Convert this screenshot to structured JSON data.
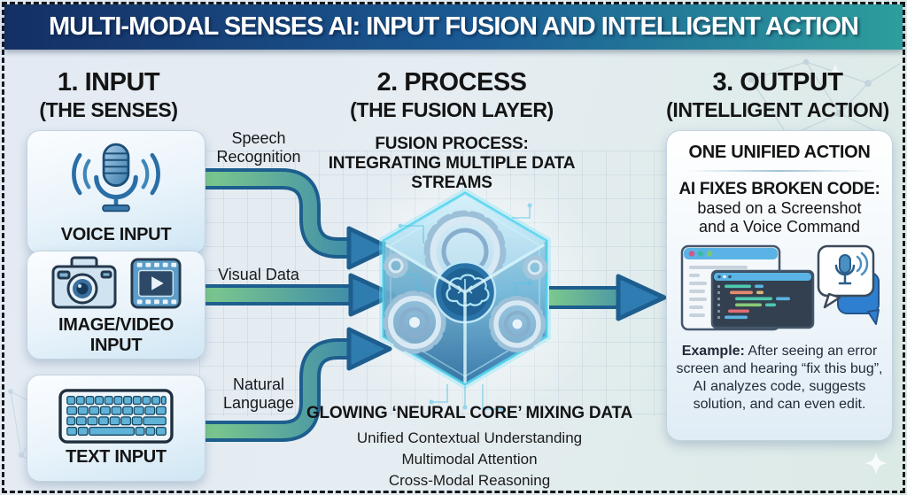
{
  "banner": {
    "title": "MULTI-MODAL SENSES AI: INPUT FUSION AND INTELLIGENT ACTION"
  },
  "columns": {
    "input": {
      "heading": "1. INPUT",
      "subheading": "(THE SENSES)",
      "cards": [
        {
          "label": "VOICE INPUT",
          "icon": "microphone-icon"
        },
        {
          "label": "IMAGE/VIDEO INPUT",
          "icon": "camera-and-film-icon"
        },
        {
          "label": "TEXT INPUT",
          "icon": "keyboard-icon"
        }
      ],
      "arrow_labels": [
        "Speech Recognition",
        "Visual Data",
        "Natural Language"
      ]
    },
    "process": {
      "heading": "2. PROCESS",
      "subheading": "(THE FUSION LAYER)",
      "top_caption": "FUSION PROCESS: INTEGRATING MULTIPLE DATA STREAMS",
      "core_icon": "neural-core-hexagon-icon",
      "bottom_caption": "GLOWING ‘NEURAL CORE’ MIXING DATA",
      "bullets": [
        "Unified Contextual Understanding",
        "Multimodal Attention",
        "Cross-Modal Reasoning"
      ]
    },
    "output": {
      "heading": "3. OUTPUT",
      "subheading": "(INTELLIGENT ACTION)",
      "card": {
        "title": "ONE UNIFIED ACTION",
        "action_title": "AI FIXES BROKEN CODE:",
        "action_lines": [
          "based on a Screenshot",
          "and a Voice Command"
        ],
        "icons": [
          "code-screenshot-icon",
          "voice-command-bubble-icon"
        ],
        "example_label": "Example:",
        "example_text": "After seeing an error screen and hearing “fix this bug”, AI analyzes code, suggests solution, and can even edit."
      }
    }
  },
  "colors": {
    "banner_gradient_start": "#142f63",
    "banner_gradient_end": "#2d9e9d",
    "arrow_gradient_start": "#7dc98c",
    "arrow_gradient_end": "#2e7cb2",
    "hexagon_border": "#54d3ef",
    "card_border": "#c2d3e0",
    "text": "#141414"
  }
}
